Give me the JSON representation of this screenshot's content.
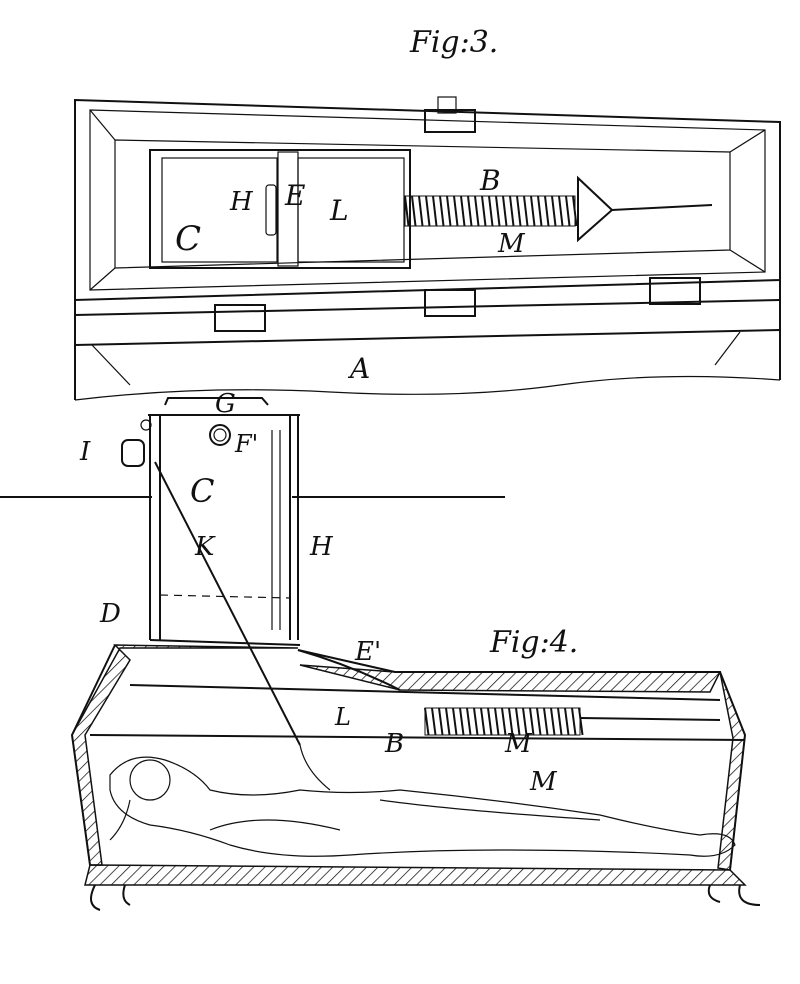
{
  "figures": [
    {
      "title": "Fig:3.",
      "labels": {
        "B": "B",
        "C": "C",
        "H": "H",
        "E": "E",
        "L": "L",
        "M": "M",
        "A": "A"
      }
    },
    {
      "title": "Fig:4.",
      "labels": {
        "G": "G",
        "F": "F'",
        "I": "I",
        "C": "C",
        "K": "K",
        "H": "H",
        "D": "D",
        "E": "E'",
        "L": "L",
        "B": "B",
        "M": "M",
        "M2": "M"
      }
    }
  ]
}
